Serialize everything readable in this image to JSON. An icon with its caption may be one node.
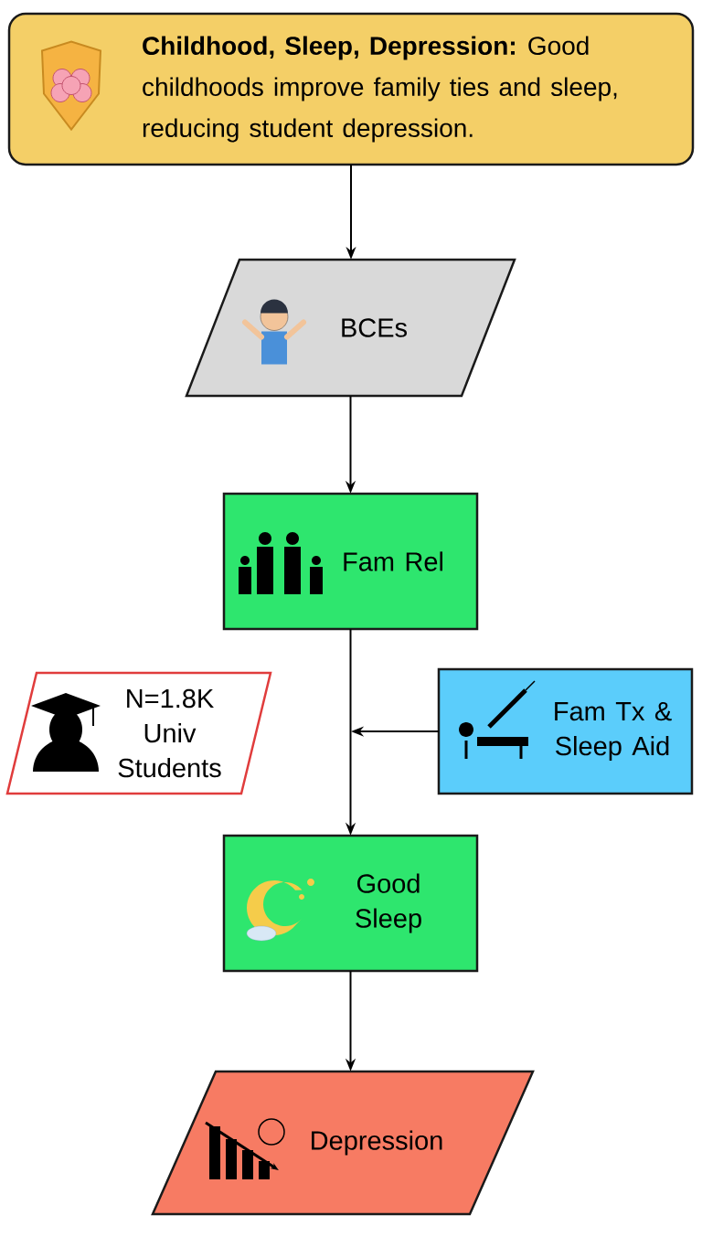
{
  "diagram": {
    "nodes": [
      {
        "text": [
          "**Childhood, Sleep, Depression:** Good childhoods improve family ties and sleep, reducing student depression."
        ]
      },
      {
        "text": [
          "BCEs"
        ]
      },
      {
        "text": [
          "Fam Rel"
        ]
      },
      {
        "text": [
          "N=1.8K Univ Students"
        ]
      },
      {
        "text": [
          "Fam Tx & Sleep Aid"
        ]
      },
      {
        "text": [
          "Good Sleep"
        ]
      },
      {
        "text": [
          "Depression"
        ]
      }
    ],
    "edges": [
      {
        "from": 0,
        "to": 1,
        "arrow": "to"
      },
      {
        "from": 1,
        "to": 2,
        "arrow": "to"
      },
      {
        "from": 2,
        "to": 5,
        "arrow": "to"
      },
      {
        "from": 4,
        "to": null,
        "arrow": "to"
      },
      {
        "from": 5,
        "to": 6,
        "arrow": "to"
      }
    ]
  }
}
